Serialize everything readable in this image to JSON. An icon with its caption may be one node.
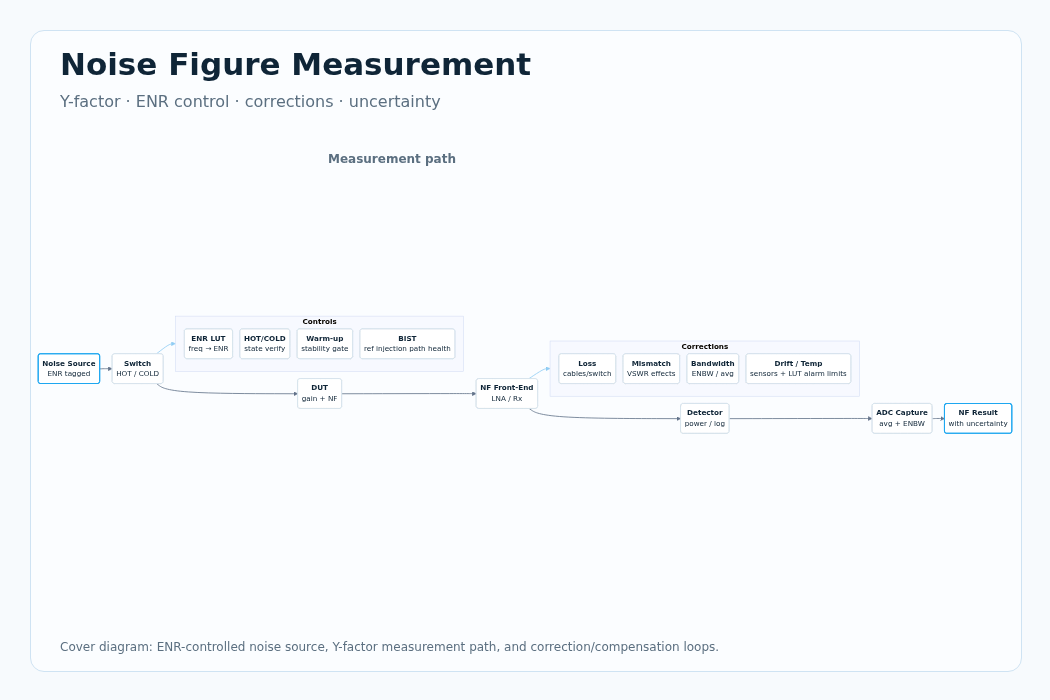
{
  "diagram": {
    "title": "Noise Figure Measurement",
    "caption": "Cover diagram: ENR-controlled noise source, Y-factor measurement path, and correction/compensation loops.",
    "nodes": [
      {
        "text": [
          "Controls"
        ]
      },
      {
        "text": [
          "ENR LUT",
          "freq → ENR"
        ],
        "in": 0
      },
      {
        "text": [
          "HOT/COLD",
          "state verify"
        ],
        "in": 0
      },
      {
        "text": [
          "Warm-up",
          "stability gate"
        ],
        "in": 0
      },
      {
        "text": [
          "BIST",
          "ref injection path health"
        ],
        "in": 0
      },
      {
        "text": [
          "Noise Source",
          "ENR tagged"
        ]
      },
      {
        "text": [
          "Switch",
          "HOT / COLD"
        ]
      },
      {
        "text": [
          "DUT",
          "gain + NF"
        ]
      },
      {
        "text": [
          "NF Front-End",
          "LNA / Rx"
        ]
      },
      {
        "text": [
          "Detector",
          "power / log"
        ]
      },
      {
        "text": [
          "ADC Capture",
          "avg + ENBW"
        ]
      },
      {
        "text": [
          "NF Result",
          "with uncertainty"
        ]
      },
      {
        "text": [
          "Corrections"
        ]
      },
      {
        "text": [
          "Loss",
          "cables/switch"
        ],
        "in": 12
      },
      {
        "text": [
          "Mismatch",
          "VSWR effects"
        ],
        "in": 12
      },
      {
        "text": [
          "Bandwidth",
          "ENBW / avg"
        ],
        "in": 12
      },
      {
        "text": [
          "Drift / Temp",
          "sensors + LUT alarm limits"
        ],
        "in": 12
      }
    ],
    "edges": [
      {
        "from": 5,
        "to": 6,
        "arrow": "to"
      },
      {
        "from": 6,
        "to": 0,
        "arrow": "to",
        "color": "#90cdf4"
      },
      {
        "from": 6,
        "to": 7,
        "arrow": "to"
      },
      {
        "from": 7,
        "to": 8,
        "arrow": "to"
      },
      {
        "from": 8,
        "to": 12,
        "arrow": "to",
        "color": "#90cdf4"
      },
      {
        "from": 8,
        "to": 9,
        "arrow": "to"
      },
      {
        "from": 9,
        "to": 10,
        "arrow": "to"
      },
      {
        "from": 10,
        "to": 11,
        "arrow": "to"
      }
    ],
    "labels": [
      "Y-factor · ENR control · corrections · uncertainty",
      "Measurement path"
    ]
  }
}
